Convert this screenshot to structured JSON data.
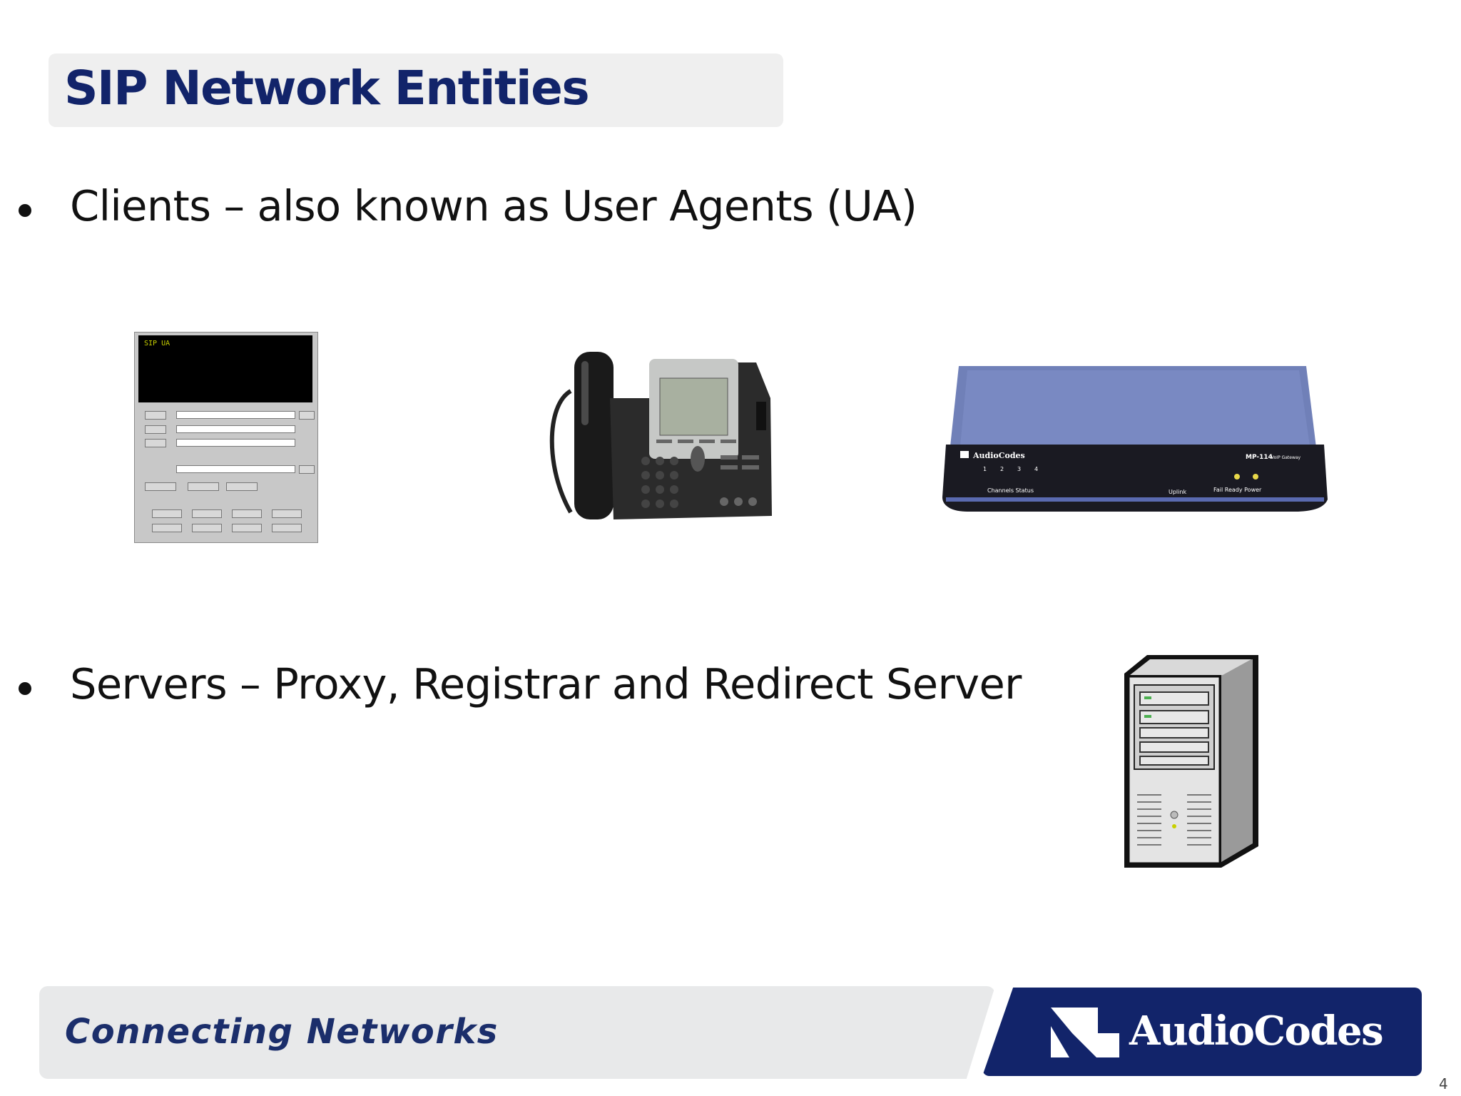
{
  "slide": {
    "title": "SIP Network Entities",
    "bullets": [
      "Clients – also known as User Agents (UA)",
      "Servers – Proxy, Registrar and Redirect Server"
    ],
    "page_number": "4"
  },
  "images": {
    "softphone_screen_text": "SIP UA",
    "gateway_brand": "AudioCodes",
    "gateway_model": "MP-114",
    "gateway_model_sub": "VoIP Gateway",
    "gateway_ports": [
      "1",
      "2",
      "3",
      "4"
    ],
    "gateway_channels_label": "Channels Status",
    "gateway_uplink_label": "Uplink",
    "gateway_status_labels": "Fail  Ready  Power"
  },
  "footer": {
    "tagline": "Connecting Networks",
    "logo_text": "AudioCodes"
  },
  "colors": {
    "title": "#12246a",
    "brand_navy": "#12246a",
    "footer_band": "#e8e9ea",
    "gateway_blue": "#7080b8"
  }
}
